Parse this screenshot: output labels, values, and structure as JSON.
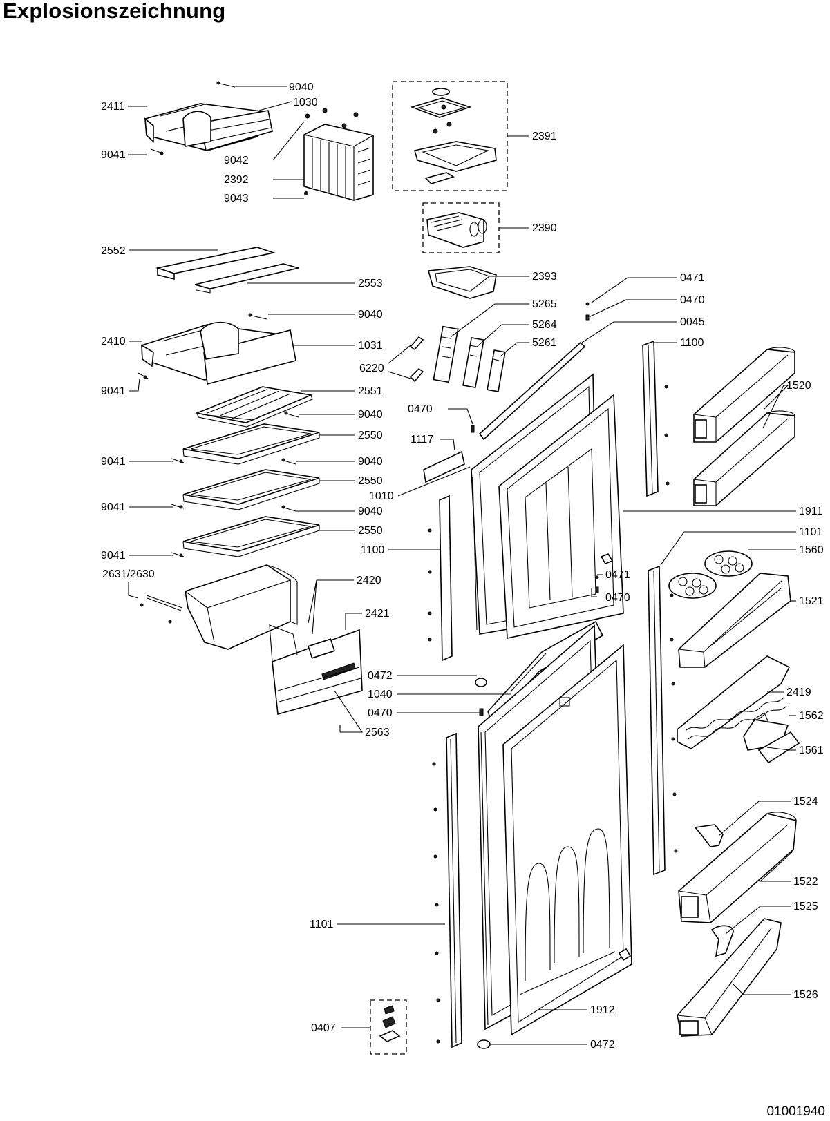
{
  "title": "Explosionszeichnung",
  "document_number": "01001940",
  "callouts": {
    "c9040a": "9040",
    "c1030": "1030",
    "c2411": "2411",
    "c9041a": "9041",
    "c9042": "9042",
    "c2392": "2392",
    "c9043": "9043",
    "c2391": "2391",
    "c2390": "2390",
    "c2552": "2552",
    "c2553": "2553",
    "c2393": "2393",
    "c0471a": "0471",
    "c0470a": "0470",
    "c0045": "0045",
    "c1100a": "1100",
    "c5265": "5265",
    "c5264": "5264",
    "c5261": "5261",
    "c9040b": "9040",
    "c2410": "2410",
    "c1031": "1031",
    "c6220": "6220",
    "c9041b": "9041",
    "c1520": "1520",
    "c2551": "2551",
    "c0470b": "0470",
    "c9040c": "9040",
    "c2550a": "2550",
    "c1117": "1117",
    "c9041c": "9041",
    "c9040d": "9040",
    "c2550b": "2550",
    "c1010": "1010",
    "c9041d": "9041",
    "c9040e": "9040",
    "c1911": "1911",
    "c2550c": "2550",
    "c1101a": "1101",
    "c1100b": "1100",
    "c1560": "1560",
    "c9041e": "9041",
    "c0471b": "0471",
    "c2631": "2631/2630",
    "c2420": "2420",
    "c0470c": "0470",
    "c1521": "1521",
    "c2421": "2421",
    "c0472a": "0472",
    "c1040": "1040",
    "c2419": "2419",
    "c0470d": "0470",
    "c1562": "1562",
    "c2563": "2563",
    "c1561": "1561",
    "c1524": "1524",
    "c1522": "1522",
    "c1525": "1525",
    "c1101b": "1101",
    "c1526": "1526",
    "c1912": "1912",
    "c0407": "0407",
    "c0472b": "0472"
  }
}
